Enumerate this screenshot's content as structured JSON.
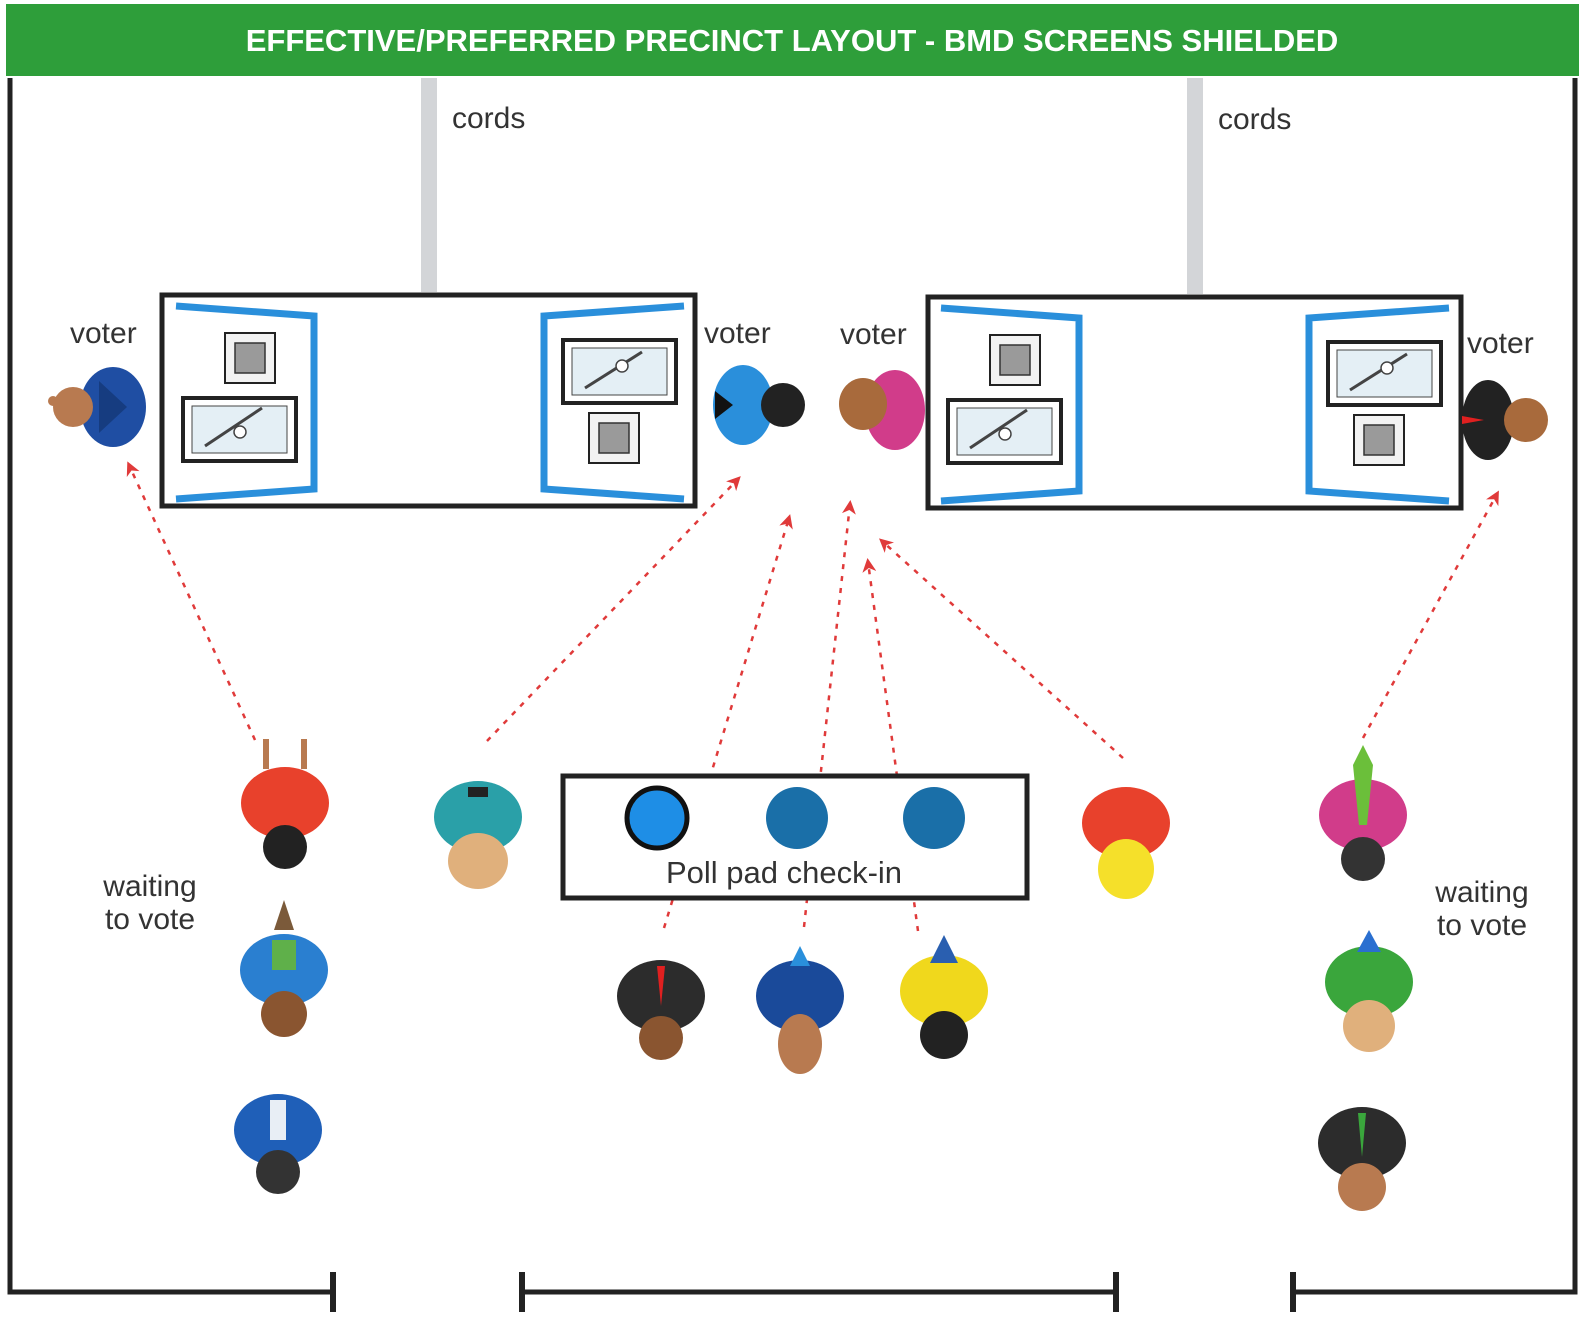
{
  "title": "EFFECTIVE/PREFERRED PRECINCT LAYOUT - BMD SCREENS SHIELDED",
  "labels": {
    "cords_left": "cords",
    "cords_right": "cords",
    "voter_1": "voter",
    "voter_2": "voter",
    "voter_3": "voter",
    "voter_4": "voter",
    "waiting_left_line1": "waiting",
    "waiting_left_line2": "to vote",
    "waiting_right_line1": "waiting",
    "waiting_right_line2": "to vote",
    "poll_pad": "Poll pad check-in"
  },
  "colors": {
    "title_bar": "#2e9e3a",
    "shield_blue": "#2a8fdb",
    "flow_arrow": "#e03a3a",
    "poll_pad_dot": "#1a6fa8",
    "poll_pad_dot_active": "#1e8ee6",
    "cord_gray": "#d3d5d8",
    "wall": "#222222"
  },
  "icons": {
    "booth_ballot_marker": "bmd-screen-icon",
    "booth_printer": "printer-icon",
    "person": "person-topdown-icon"
  }
}
